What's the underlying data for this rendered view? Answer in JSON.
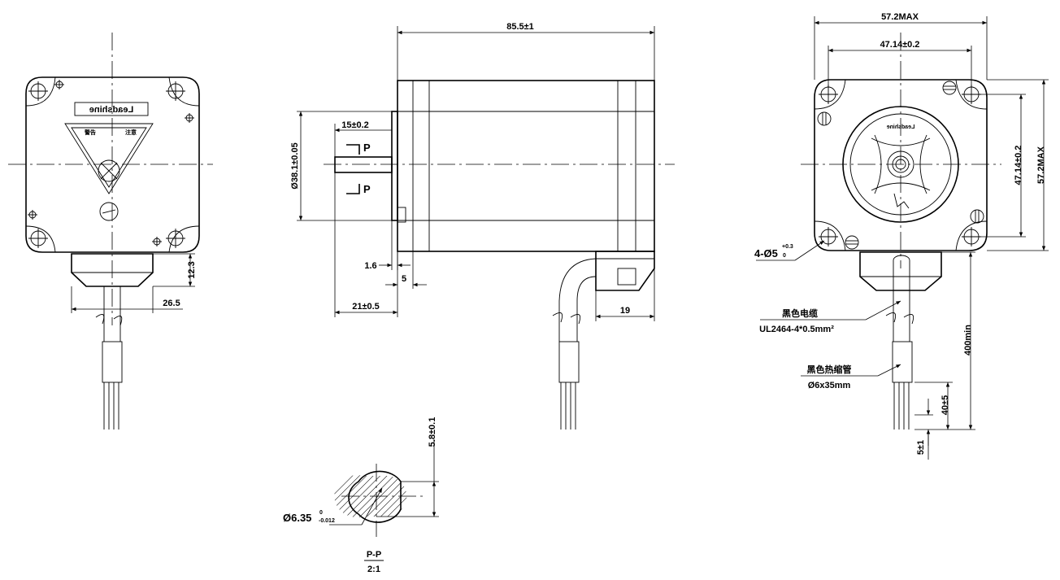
{
  "brand": "Leadshine",
  "left_view": {
    "dim_height": "12.3",
    "dim_width": "26.5"
  },
  "side_view": {
    "dim_length": "85.5±1",
    "dim_shaft_flat": "15±0.2",
    "section_mark": "P",
    "dim_pilot_diameter": "Ø38.1±0.05",
    "dim_pilot_height": "1.6",
    "dim_cable_offset": "5",
    "dim_shaft_length": "21±0.5",
    "dim_connector": "19"
  },
  "section_view": {
    "dim_flat": "5.8±0.1",
    "dim_shaft_diameter": "Ø6.35",
    "tol_upper": "0",
    "tol_lower": "-0.012",
    "title": "P-P",
    "scale": "2:1"
  },
  "front_view": {
    "dim_max_width": "57.2MAX",
    "dim_hole_pitch_h": "47.14±0.2",
    "dim_hole_pitch_v": "47.14±0.2",
    "dim_max_height": "57.2MAX",
    "holes_label": "4-Ø5",
    "holes_tol_upper": "+0.3",
    "holes_tol_lower": "0",
    "cable_label": "黑色电缆",
    "cable_spec": "UL2464-4*0.5mm²",
    "sleeve_label": "黑色热缩管",
    "sleeve_spec": "Ø6x35mm",
    "dim_cable_length": "400min",
    "dim_strip": "40±5",
    "dim_tip": "5±1"
  }
}
